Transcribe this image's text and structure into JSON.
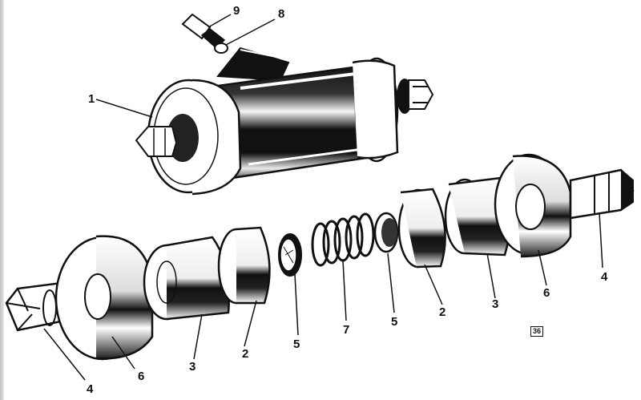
{
  "figure": {
    "reference": "36",
    "colors": {
      "ink": "#111111",
      "paper": "#ffffff",
      "shade": "#d9d9d9"
    }
  },
  "callouts": [
    {
      "id": "c-9-top",
      "text": "9"
    },
    {
      "id": "c-8-top",
      "text": "8"
    },
    {
      "id": "c-1",
      "text": "1"
    },
    {
      "id": "c-4-left",
      "text": "4"
    },
    {
      "id": "c-6-left",
      "text": "6"
    },
    {
      "id": "c-3-left",
      "text": "3"
    },
    {
      "id": "c-2-left",
      "text": "2"
    },
    {
      "id": "c-5-left",
      "text": "5"
    },
    {
      "id": "c-7",
      "text": "7"
    },
    {
      "id": "c-5-right",
      "text": "5"
    },
    {
      "id": "c-2-right",
      "text": "2"
    },
    {
      "id": "c-3-right",
      "text": "3"
    },
    {
      "id": "c-6-right",
      "text": "6"
    },
    {
      "id": "c-4-right",
      "text": "4"
    }
  ]
}
